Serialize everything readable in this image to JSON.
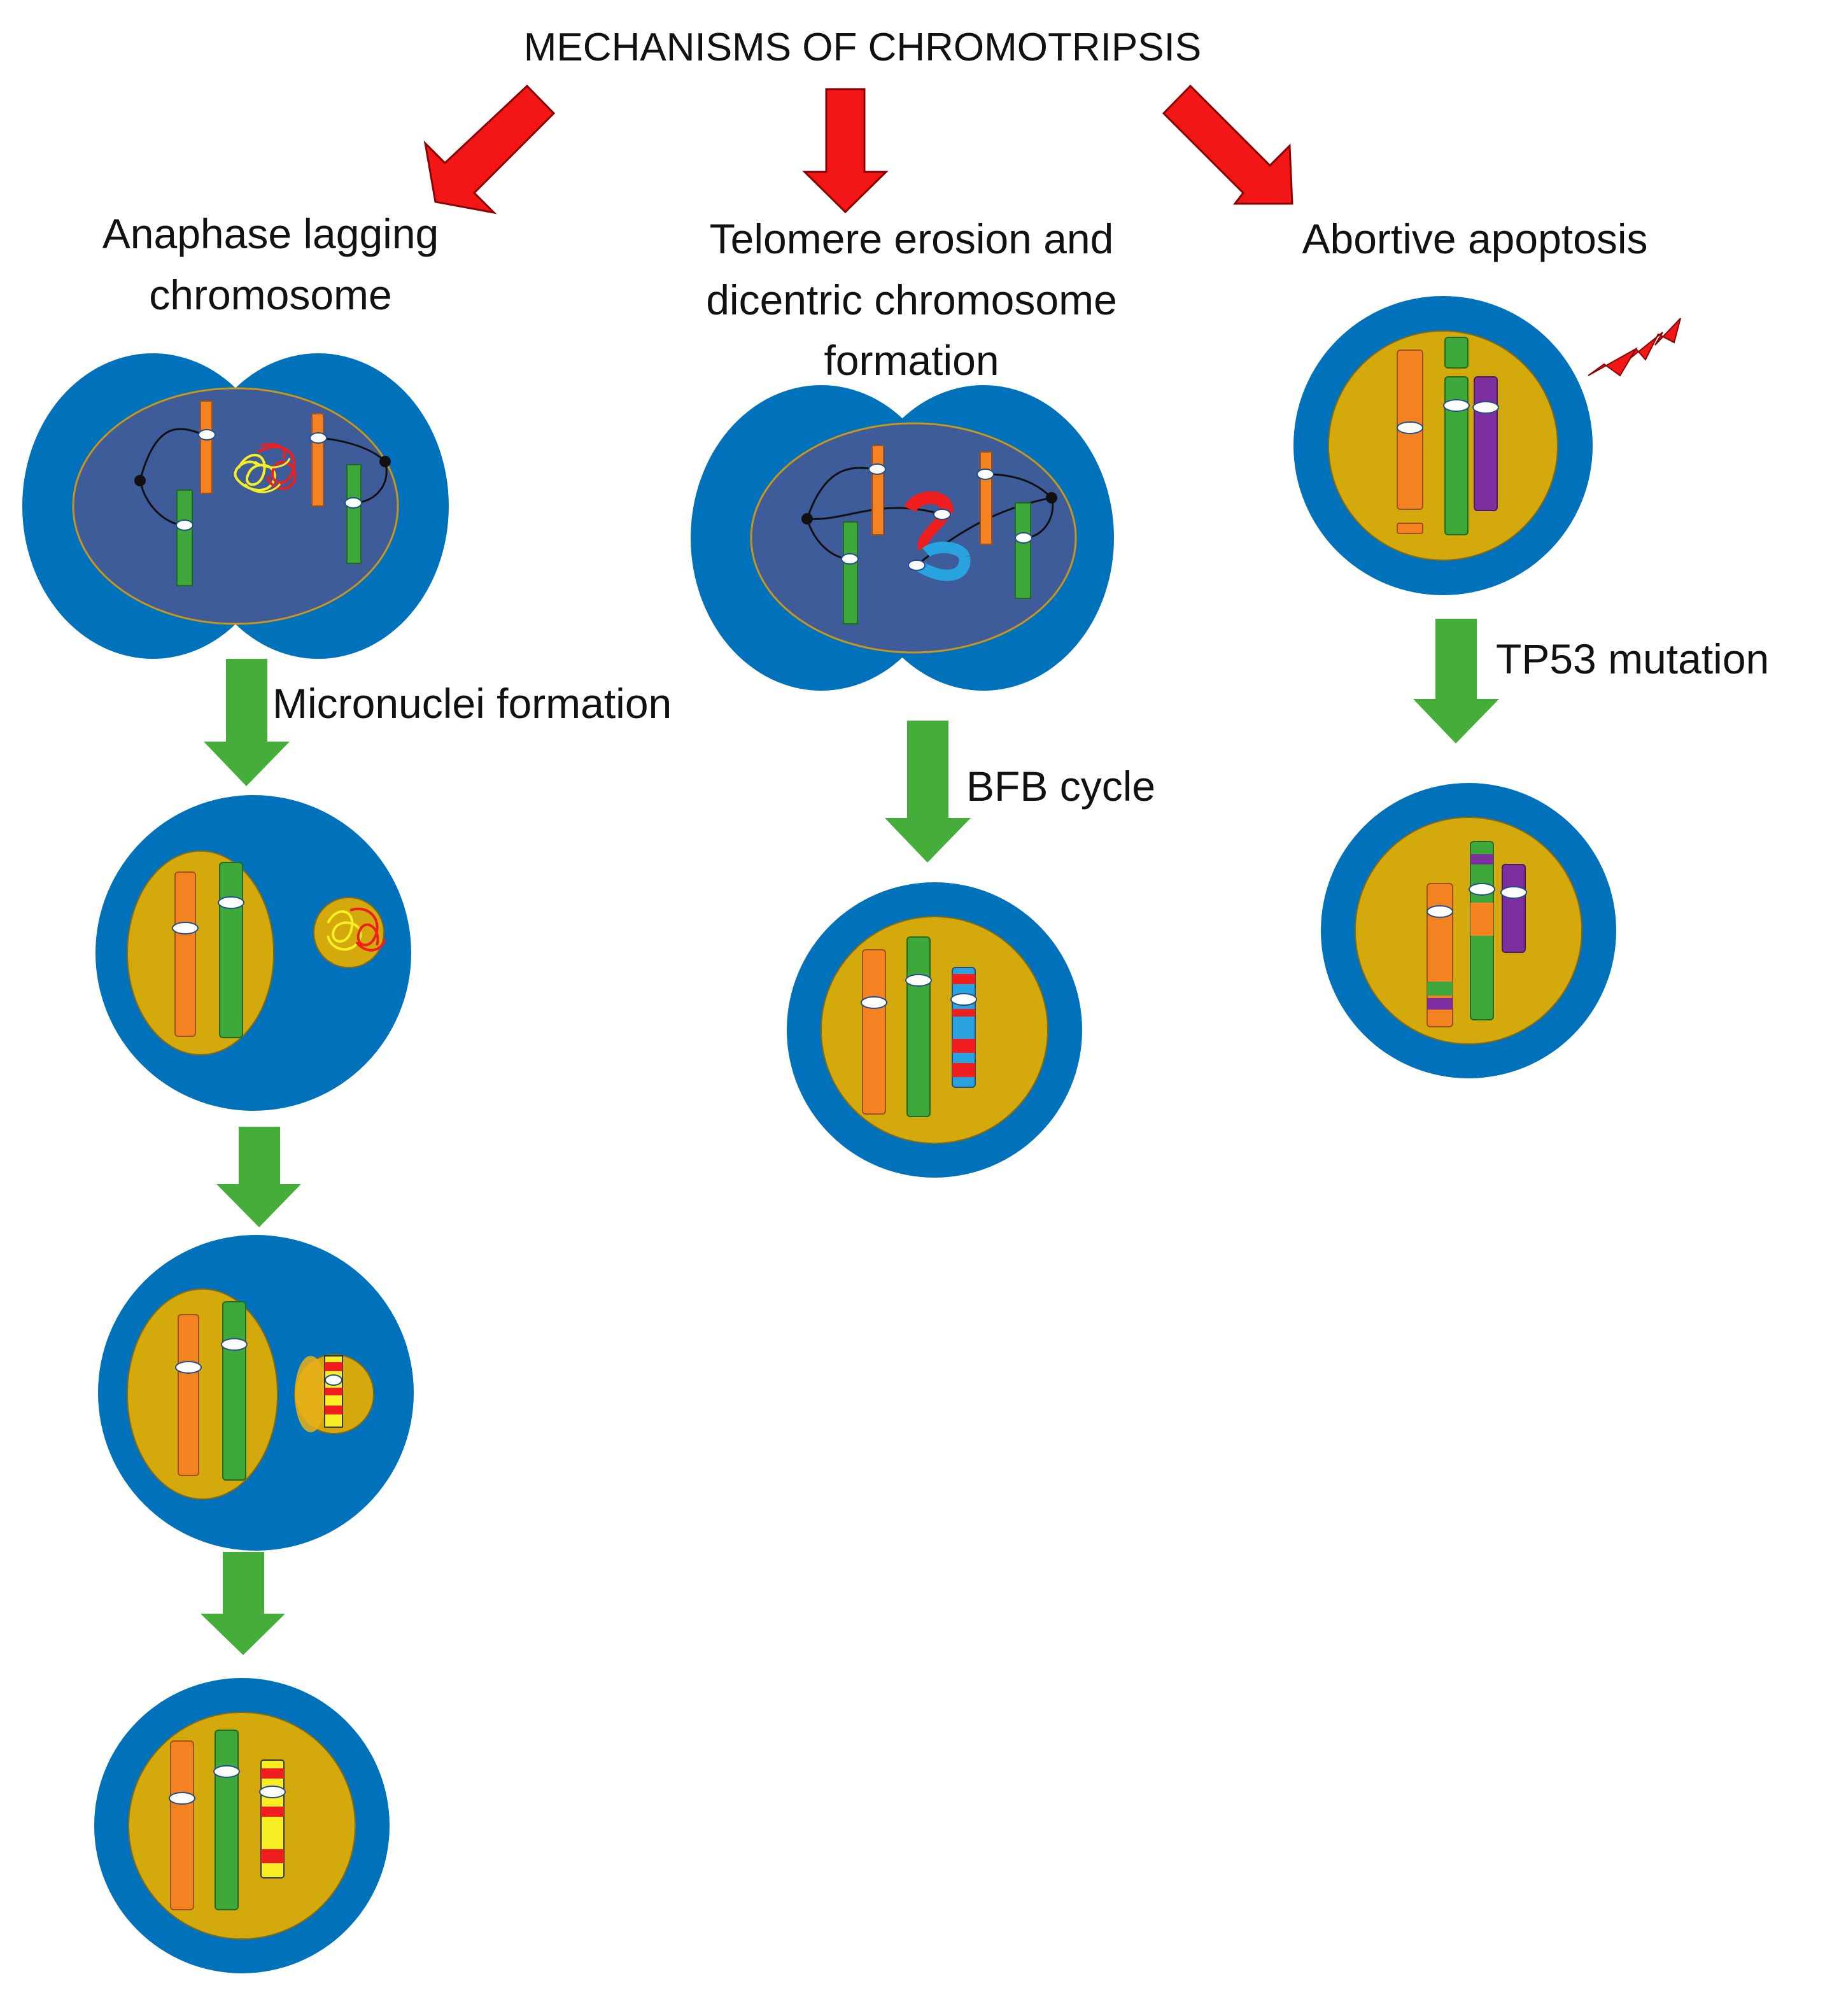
{
  "title": "MECHANISMS OF CHROMOTRIPSIS",
  "mechanisms": [
    {
      "label_lines": [
        "Anaphase lagging",
        "chromosome"
      ],
      "step_label": "Micronuclei formation"
    },
    {
      "label_lines": [
        "Telomere erosion and",
        "dicentric chromosome",
        "formation"
      ],
      "step_label": "BFB cycle"
    },
    {
      "label_lines": [
        "Abortive apoptosis"
      ],
      "step_label": "TP53 mutation"
    }
  ],
  "colors": {
    "cytoplasm": "#0072BC",
    "nucleus": "#D4A90C",
    "mitotic_nucleus": "#3E5C99",
    "chromosome_orange": "#F58220",
    "chromosome_green": "#3FA83B",
    "chromosome_purple": "#7D2E9F",
    "chromosome_blue": "#29A3E0",
    "shattered_red": "#F01E1E",
    "shattered_yellow": "#F7EE23",
    "arrow_red": "#F21616",
    "arrow_green": "#45AE3A"
  },
  "icons": [
    "lightning-bolt-icon"
  ]
}
